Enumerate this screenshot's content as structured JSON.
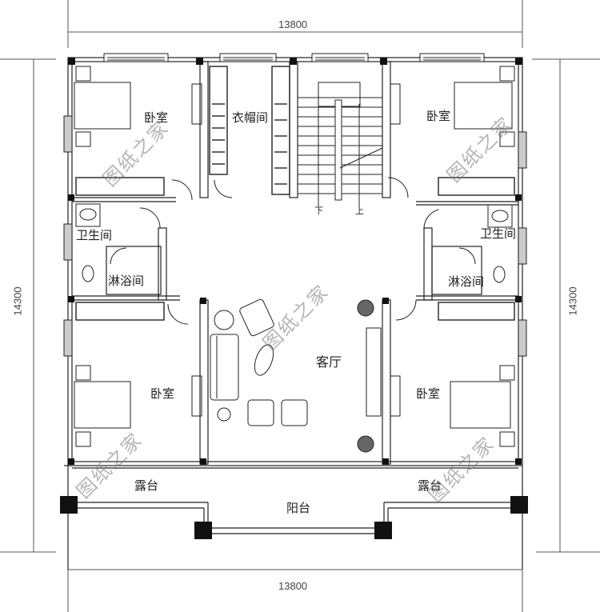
{
  "dimensions": {
    "top_width": "13800",
    "bottom_width": "13800",
    "left_height": "14300",
    "right_height": "14300"
  },
  "rooms": {
    "bedroom_top_left": "卧室",
    "closet": "衣帽间",
    "bedroom_top_right": "卧室",
    "bathroom_left": "卫生间",
    "shower_left": "淋浴间",
    "bathroom_right": "卫生间",
    "shower_right": "淋浴间",
    "living_room": "客厅",
    "bedroom_bottom_left": "卧室",
    "bedroom_bottom_right": "卧室",
    "terrace_left": "露台",
    "balcony": "阳台",
    "terrace_right": "露台"
  },
  "stairs": {
    "down": "下",
    "up": "上"
  },
  "watermark": "图纸之家",
  "colors": {
    "line": "#222222",
    "column": "#111111",
    "window_fill": "#cccccc",
    "background": "#ffffff"
  }
}
